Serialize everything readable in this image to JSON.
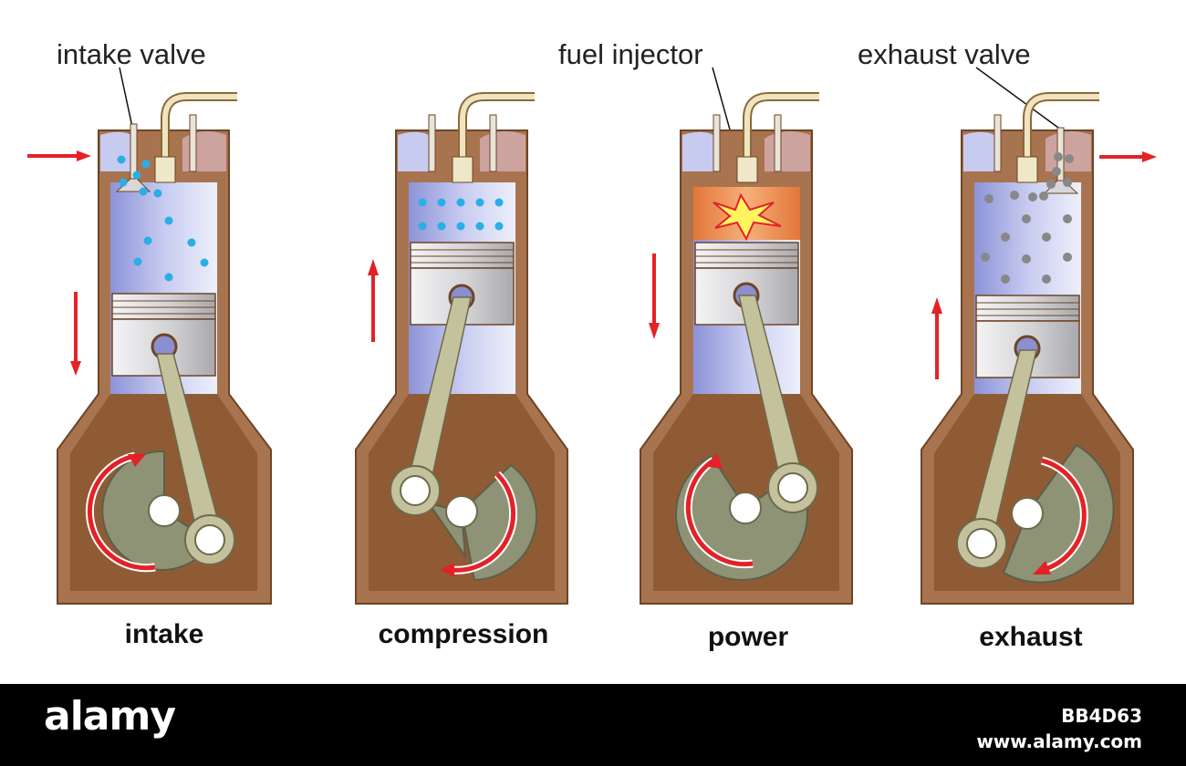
{
  "callouts": {
    "intake_valve": "intake valve",
    "fuel_injector": "fuel injector",
    "exhaust_valve": "exhaust valve"
  },
  "strokes": [
    {
      "label": "intake"
    },
    {
      "label": "compression"
    },
    {
      "label": "power"
    },
    {
      "label": "exhaust"
    }
  ],
  "footer": {
    "logo": "alamy",
    "image_id": "BB4D63",
    "site": "www.alamy.com"
  },
  "colors": {
    "engine_block": "#a8744f",
    "block_outline": "#6e4526",
    "cylinder_gas": "#b9bde8",
    "piston": "#d8d8da",
    "crank": "#8e9376",
    "rod": "#c3c29c",
    "arrow": "#e32228",
    "intake_particles": "#29aee6",
    "exhaust_particles": "#888888",
    "combustion": "#e8874e"
  }
}
